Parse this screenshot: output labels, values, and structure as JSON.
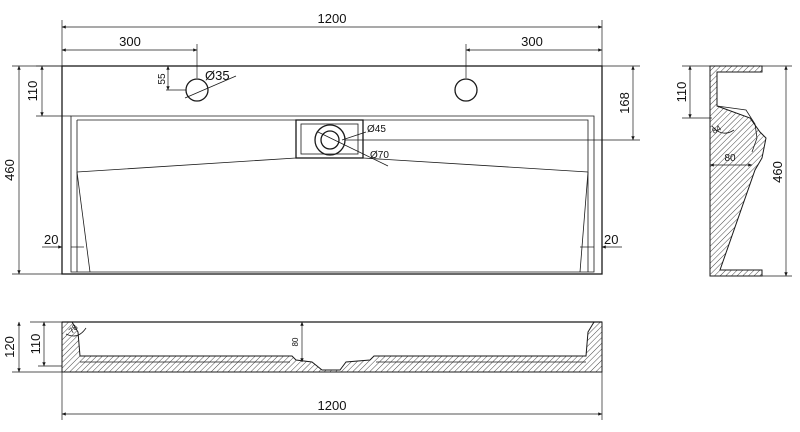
{
  "top_view": {
    "width": "1200",
    "left_hole_offset": "300",
    "right_hole_offset": "300",
    "hole_vertical_offset": "55",
    "hole_diameter": "Ø35",
    "rim_depth": "110",
    "drain_offset": "168",
    "overall_depth": "460",
    "drain_inner_diameter": "Ø45",
    "drain_outer_diameter": "Ø70",
    "left_wall": "20",
    "right_wall": "20"
  },
  "side_view": {
    "rim_depth": "110",
    "angle": "84",
    "basin_offset": "80",
    "overall_depth": "460"
  },
  "front_view": {
    "overall_height": "120",
    "rim_height": "110",
    "angle": "78",
    "basin_depth": "80",
    "width": "1200"
  }
}
